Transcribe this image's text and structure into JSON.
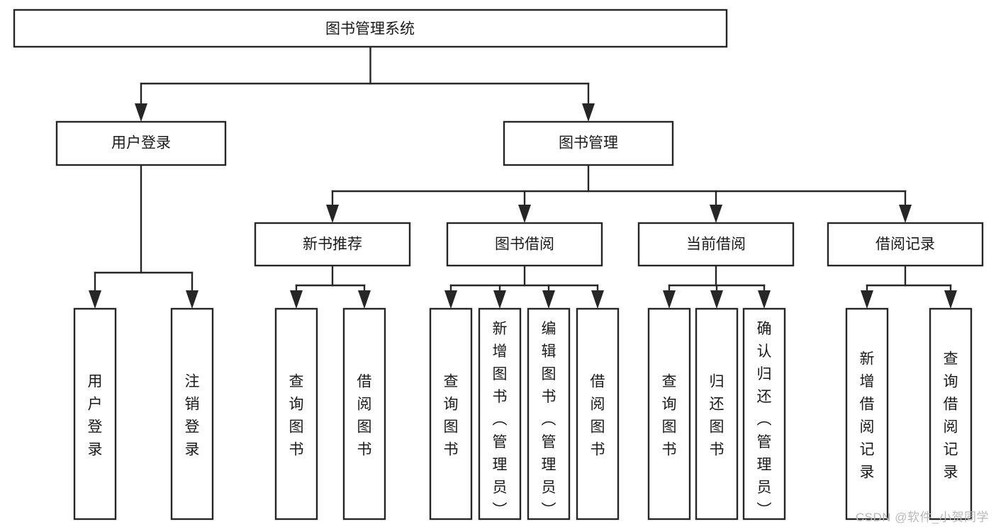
{
  "diagram": {
    "type": "tree",
    "title": "图书管理系统",
    "watermark": "CSDN @软件_小贺同学",
    "colors": {
      "stroke": "#262626",
      "fill": "#ffffff",
      "text": "#1a1a1a",
      "watermark": "#b8b8b8",
      "background": "#ffffff"
    },
    "levels": {
      "root": "图书管理系统",
      "level2": [
        "用户登录",
        "图书管理"
      ],
      "level3": [
        "新书推荐",
        "图书借阅",
        "当前借阅",
        "借阅记录"
      ]
    },
    "nodes": {
      "root": {
        "label": "图书管理系统",
        "orientation": "horizontal"
      },
      "user_login": {
        "label": "用户登录",
        "orientation": "horizontal"
      },
      "book_manage": {
        "label": "图书管理",
        "orientation": "horizontal"
      },
      "new_book_rec": {
        "label": "新书推荐",
        "orientation": "horizontal"
      },
      "book_borrow": {
        "label": "图书借阅",
        "orientation": "horizontal"
      },
      "current_borrow": {
        "label": "当前借阅",
        "orientation": "horizontal"
      },
      "borrow_record": {
        "label": "借阅记录",
        "orientation": "horizontal"
      },
      "leaf_user_login": {
        "label": "用户登录",
        "orientation": "vertical"
      },
      "leaf_logout": {
        "label": "注销登录",
        "orientation": "vertical"
      },
      "leaf_query_book_1": {
        "label": "查询图书",
        "orientation": "vertical"
      },
      "leaf_borrow_book_1": {
        "label": "借阅图书",
        "orientation": "vertical"
      },
      "leaf_query_book_2": {
        "label": "查询图书",
        "orientation": "vertical"
      },
      "leaf_add_book": {
        "label": "新增图书（管理员）",
        "orientation": "vertical"
      },
      "leaf_edit_book": {
        "label": "编辑图书（管理员）",
        "orientation": "vertical"
      },
      "leaf_borrow_book_2": {
        "label": "借阅图书",
        "orientation": "vertical"
      },
      "leaf_query_book_3": {
        "label": "查询图书",
        "orientation": "vertical"
      },
      "leaf_return_book": {
        "label": "归还图书",
        "orientation": "vertical"
      },
      "leaf_confirm_return": {
        "label": "确认归还（管理员）",
        "orientation": "vertical"
      },
      "leaf_add_record": {
        "label": "新增借阅记录",
        "orientation": "vertical"
      },
      "leaf_query_record": {
        "label": "查询借阅记录",
        "orientation": "vertical"
      }
    },
    "edges": [
      {
        "from": "root",
        "to": "user_login"
      },
      {
        "from": "root",
        "to": "book_manage"
      },
      {
        "from": "user_login",
        "to": "leaf_user_login"
      },
      {
        "from": "user_login",
        "to": "leaf_logout"
      },
      {
        "from": "book_manage",
        "to": "new_book_rec"
      },
      {
        "from": "book_manage",
        "to": "book_borrow"
      },
      {
        "from": "book_manage",
        "to": "current_borrow"
      },
      {
        "from": "book_manage",
        "to": "borrow_record"
      },
      {
        "from": "new_book_rec",
        "to": "leaf_query_book_1"
      },
      {
        "from": "new_book_rec",
        "to": "leaf_borrow_book_1"
      },
      {
        "from": "book_borrow",
        "to": "leaf_query_book_2"
      },
      {
        "from": "book_borrow",
        "to": "leaf_add_book"
      },
      {
        "from": "book_borrow",
        "to": "leaf_edit_book"
      },
      {
        "from": "book_borrow",
        "to": "leaf_borrow_book_2"
      },
      {
        "from": "current_borrow",
        "to": "leaf_query_book_3"
      },
      {
        "from": "current_borrow",
        "to": "leaf_return_book"
      },
      {
        "from": "current_borrow",
        "to": "leaf_confirm_return"
      },
      {
        "from": "borrow_record",
        "to": "leaf_add_record"
      },
      {
        "from": "borrow_record",
        "to": "leaf_query_record"
      }
    ]
  }
}
